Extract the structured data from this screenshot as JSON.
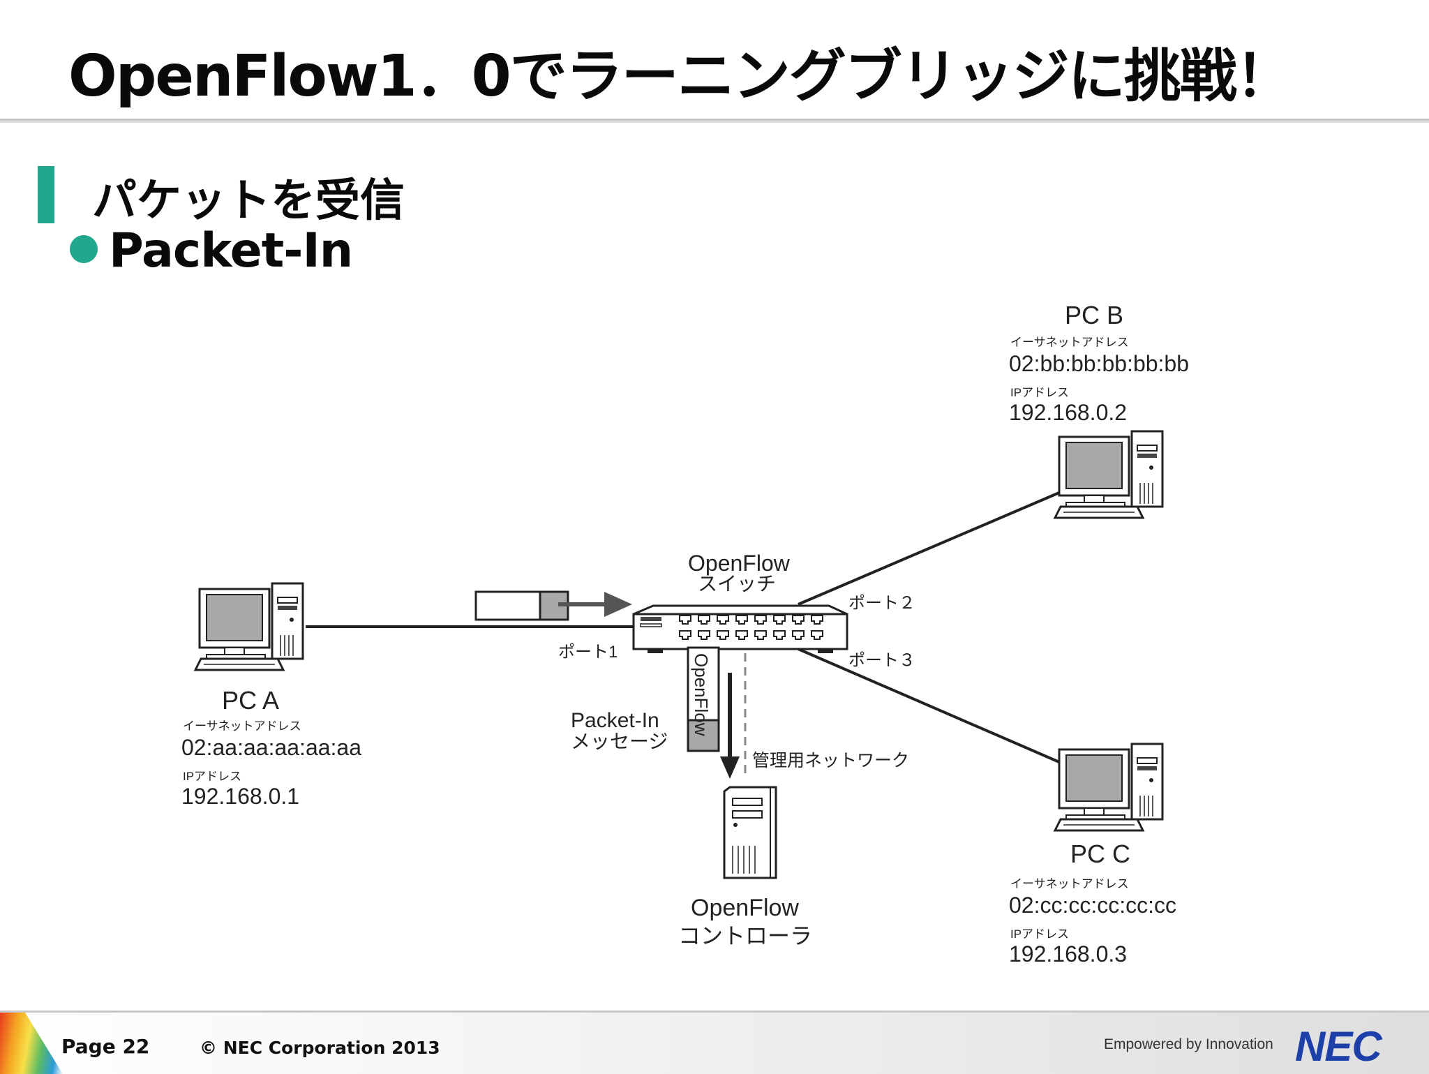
{
  "title": "OpenFlow1．0でラーニングブリッジに挑戦！",
  "section": {
    "heading": "パケットを受信",
    "bullet": "Packet-In"
  },
  "diagram": {
    "pc_a": {
      "name": "PC A",
      "mac_label": "イーサネットアドレス",
      "mac": "02:aa:aa:aa:aa:aa",
      "ip_label": "IPアドレス",
      "ip": "192.168.0.1"
    },
    "pc_b": {
      "name": "PC B",
      "mac_label": "イーサネットアドレス",
      "mac": "02:bb:bb:bb:bb:bb",
      "ip_label": "IPアドレス",
      "ip": "192.168.0.2"
    },
    "pc_c": {
      "name": "PC C",
      "mac_label": "イーサネットアドレス",
      "mac": "02:cc:cc:cc:cc:cc",
      "ip_label": "IPアドレス",
      "ip": "192.168.0.3"
    },
    "switch": {
      "line1": "OpenFlow",
      "line2": "スイッチ",
      "port1": "ポート1",
      "port2": "ポート２",
      "port3": "ポート３"
    },
    "message": {
      "tag": "OpenFlow",
      "line1": "Packet-In",
      "line2": "メッセージ"
    },
    "mgmt_network": "管理用ネットワーク",
    "controller": {
      "line1": "OpenFlow",
      "line2": "コントローラ"
    }
  },
  "footer": {
    "page": "Page 22",
    "copyright": "© NEC Corporation 2013",
    "tagline": "Empowered by Innovation",
    "logo": "NEC"
  },
  "colors": {
    "accent": "#1fa88e",
    "logo": "#1d3fa8"
  }
}
